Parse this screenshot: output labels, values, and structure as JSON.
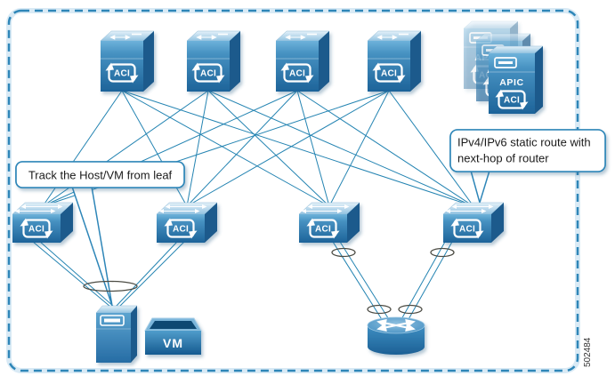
{
  "labels": {
    "aci": "ACI",
    "apic": "APIC",
    "vm": "VM"
  },
  "callouts": {
    "track_host": {
      "text": "Track the Host/VM from leaf"
    },
    "static_route": {
      "line1": "IPv4/IPv6 static route with",
      "line2": "next-hop of router"
    }
  },
  "figure_number": "502484",
  "topology": {
    "spine_switches": 4,
    "leaf_switches": 4,
    "apic_controllers": 3,
    "endpoints": [
      "server-host",
      "vm",
      "router"
    ],
    "port_channels": 5
  },
  "colors": {
    "border_dash": "#2e86b8",
    "link": "#2484b2",
    "node_gradient_top": "#6db2da",
    "node_gradient_bottom": "#1d6399",
    "node_side": "#1a5a8c",
    "node_top_face": "#cfe6f4",
    "port_channel_oval": "#4c4c44",
    "callout_border": "#2e86b8",
    "callout_background": "#ffffff",
    "text": "#1a1a1a"
  }
}
